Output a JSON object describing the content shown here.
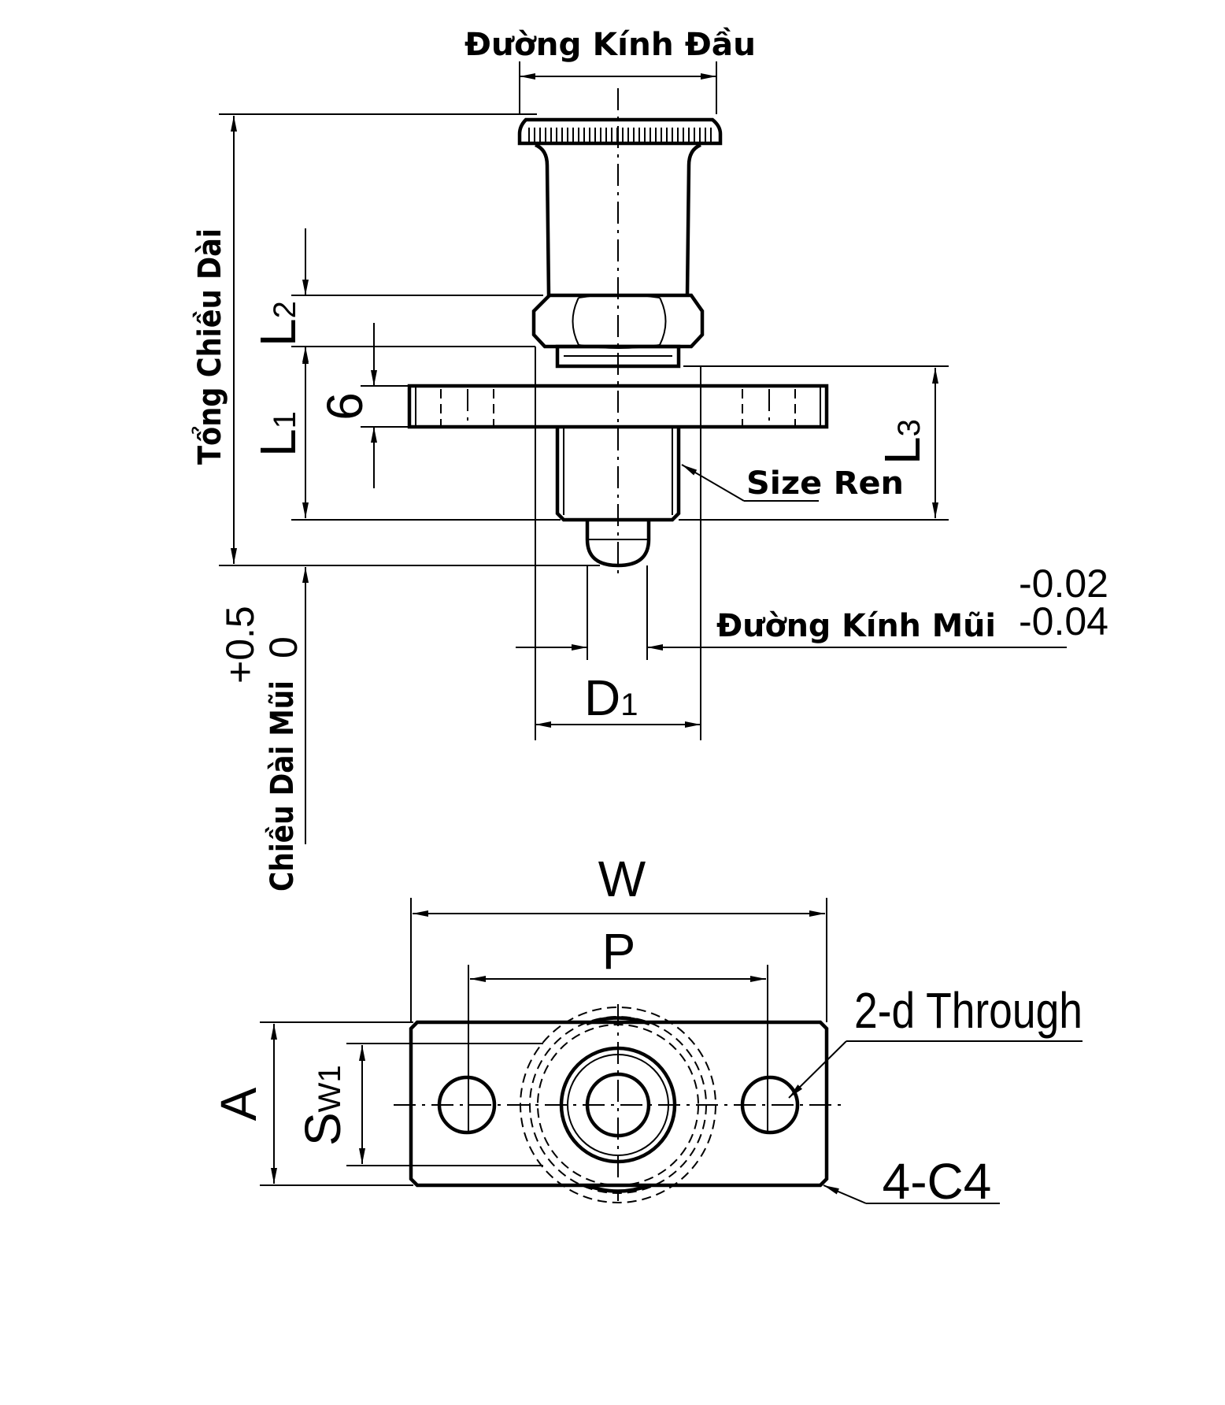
{
  "labels": {
    "head_diameter": "Đường Kính Đầu",
    "total_length": "Tổng Chiều Dài",
    "thread_size": "Size Ren",
    "nose_diameter": "Đường Kính Mũi",
    "nose_length": "Chiều Dài Mũi",
    "through_holes": "2-d Through",
    "chamfer": "4-C4"
  },
  "dimensions": {
    "L1": {
      "main": "L",
      "sub": "1"
    },
    "L2": {
      "main": "L",
      "sub": "2"
    },
    "L3": {
      "main": "L",
      "sub": "3"
    },
    "plate_thickness": "6",
    "D1": {
      "main": "D",
      "sub": "1"
    },
    "W": "W",
    "P": "P",
    "A": "A",
    "SW1": {
      "main": "S",
      "sub": "W1"
    }
  },
  "tolerances": {
    "nose_diameter_upper": "-0.02",
    "nose_diameter_lower": "-0.04",
    "nose_length_upper": "+0.5",
    "nose_length_lower": "0"
  }
}
